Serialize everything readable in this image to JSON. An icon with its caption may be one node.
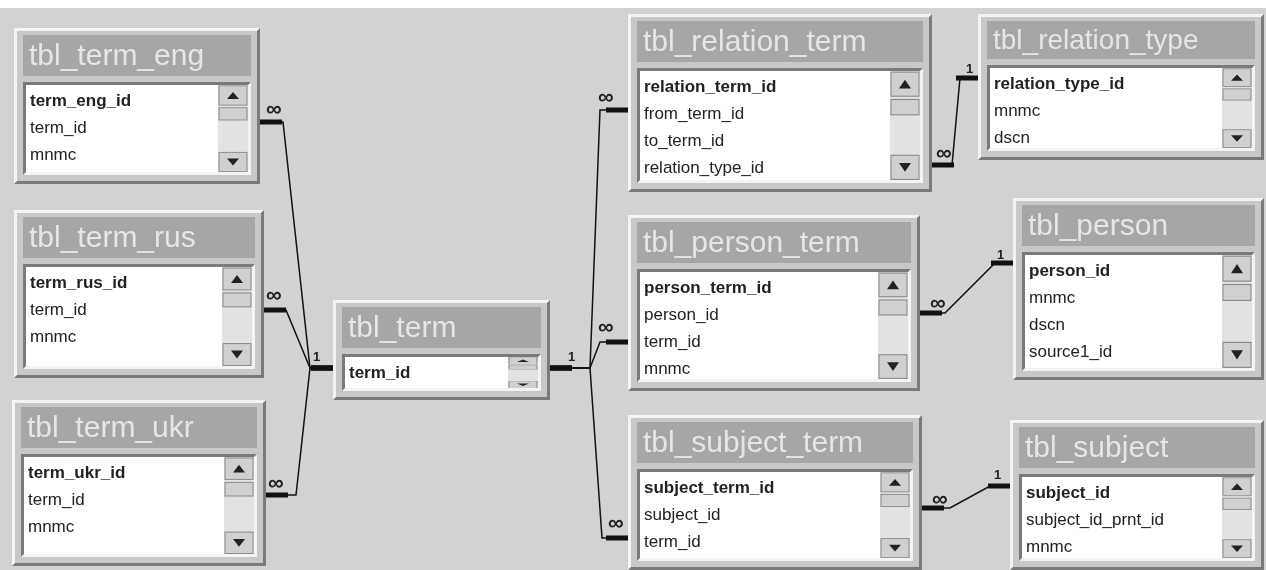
{
  "diagram": {
    "nodes": [
      {
        "text": [
          "tbl_term_eng",
          "term_eng_id",
          "term_id",
          "mnmc"
        ]
      },
      {
        "text": [
          "tbl_term_rus",
          "term_rus_id",
          "term_id",
          "mnmc"
        ]
      },
      {
        "text": [
          "tbl_term_ukr",
          "term_ukr_id",
          "term_id",
          "mnmc"
        ]
      },
      {
        "text": [
          "tbl_term",
          "term_id"
        ]
      },
      {
        "text": [
          "tbl_relation_term",
          "relation_term_id",
          "from_term_id",
          "to_term_id",
          "relation_type_id"
        ]
      },
      {
        "text": [
          "tbl_relation_type",
          "relation_type_id",
          "mnmc",
          "dscn"
        ]
      },
      {
        "text": [
          "tbl_person_term",
          "person_term_id",
          "person_id",
          "term_id",
          "mnmc"
        ]
      },
      {
        "text": [
          "tbl_person",
          "person_id",
          "mnmc",
          "dscn",
          "source1_id"
        ]
      },
      {
        "text": [
          "tbl_subject_term",
          "subject_term_id",
          "subject_id",
          "term_id"
        ]
      },
      {
        "text": [
          "tbl_subject",
          "subject_id",
          "subject_id_prnt_id",
          "mnmc"
        ]
      }
    ],
    "edges": [
      {
        "from": 3,
        "to": 0,
        "arrow": "other"
      },
      {
        "from": 3,
        "to": 1,
        "arrow": "other"
      },
      {
        "from": 3,
        "to": 2,
        "arrow": "other"
      },
      {
        "from": 3,
        "to": 4,
        "arrow": "other"
      },
      {
        "from": 3,
        "to": 6,
        "arrow": "other"
      },
      {
        "from": 3,
        "to": 8,
        "arrow": "other"
      },
      {
        "from": 5,
        "to": 4,
        "arrow": "other"
      },
      {
        "from": 7,
        "to": 6,
        "arrow": "other"
      },
      {
        "from": 9,
        "to": 8,
        "arrow": "other"
      }
    ],
    "labels": [
      "∞",
      "∞",
      "1",
      "∞",
      "∞",
      "1",
      "∞",
      "∞",
      "1",
      "∞",
      "1",
      "∞",
      "1",
      "∞"
    ]
  }
}
